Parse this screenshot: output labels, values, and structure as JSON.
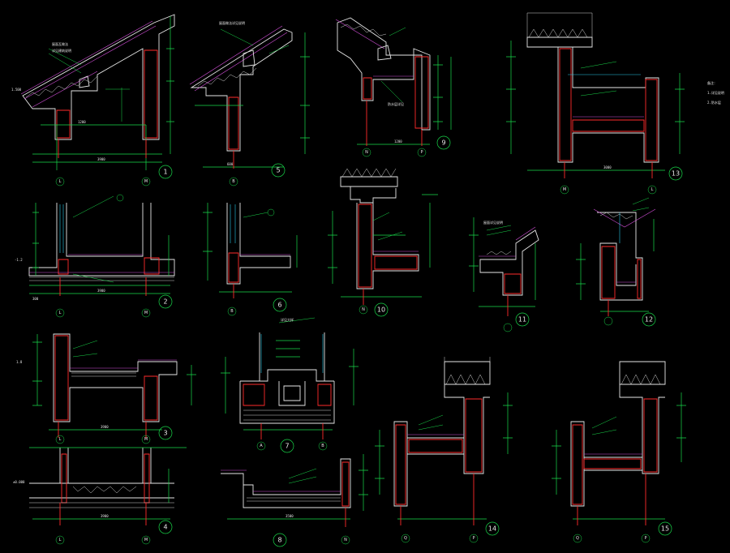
{
  "drawing": {
    "description_colors": {
      "background": "#000000",
      "dimension": "#19d94a",
      "outline": "#e6e6e6",
      "hatch": "#ff2b2b",
      "finish": "#d24fd8",
      "glass": "#29c7e6"
    },
    "details": [
      {
        "id": "d1",
        "number": "1",
        "axes": [
          "L",
          "M"
        ]
      },
      {
        "id": "d2",
        "number": "2",
        "axes": [
          "L",
          "M"
        ]
      },
      {
        "id": "d3",
        "number": "3",
        "axes": [
          "L",
          "M"
        ]
      },
      {
        "id": "d4",
        "number": "4",
        "axes": [
          "L",
          "M"
        ]
      },
      {
        "id": "d5",
        "number": "5",
        "axes": [
          "B"
        ]
      },
      {
        "id": "d6",
        "number": "6",
        "axes": [
          "B"
        ]
      },
      {
        "id": "d7",
        "number": "7",
        "axes": [
          "A",
          "B"
        ]
      },
      {
        "id": "d8",
        "number": "8",
        "axes": [
          "N"
        ]
      },
      {
        "id": "d9",
        "number": "9",
        "axes": [
          "N",
          "P"
        ]
      },
      {
        "id": "d10",
        "number": "10",
        "axes": [
          "N"
        ]
      },
      {
        "id": "d11",
        "number": "11",
        "axes": [
          ""
        ]
      },
      {
        "id": "d12",
        "number": "12",
        "axes": [
          ""
        ]
      },
      {
        "id": "d13",
        "number": "13",
        "axes": [
          "M",
          "L"
        ]
      },
      {
        "id": "d14",
        "number": "14",
        "axes": [
          "Q",
          "P"
        ]
      },
      {
        "id": "d15",
        "number": "15",
        "axes": [
          "Q",
          "P"
        ]
      }
    ]
  }
}
